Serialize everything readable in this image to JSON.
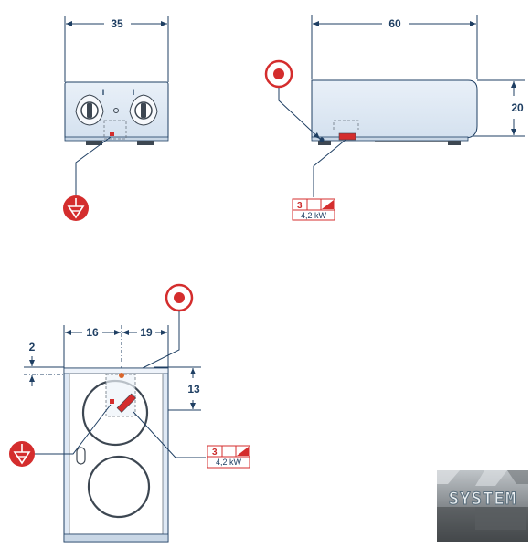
{
  "dimensions": {
    "front_width": "35",
    "side_length": "60",
    "side_height": "20",
    "top_offset_left": "16",
    "top_offset_right": "19",
    "top_offset_small": "2",
    "top_depth": "13"
  },
  "power_labels": {
    "side": {
      "phase": "3",
      "power": "4,2  kW"
    },
    "top": {
      "phase": "3",
      "power": "4,2  kW"
    }
  },
  "knob_marks": [
    "I",
    "I"
  ],
  "logo": {
    "text": "SYSTEM"
  },
  "colors": {
    "line": "#1f3f63",
    "accent_red": "#d42d2d",
    "body_fill": "#dde8f4",
    "body_light": "#eef3fa",
    "plate_stroke": "#3d4752"
  }
}
